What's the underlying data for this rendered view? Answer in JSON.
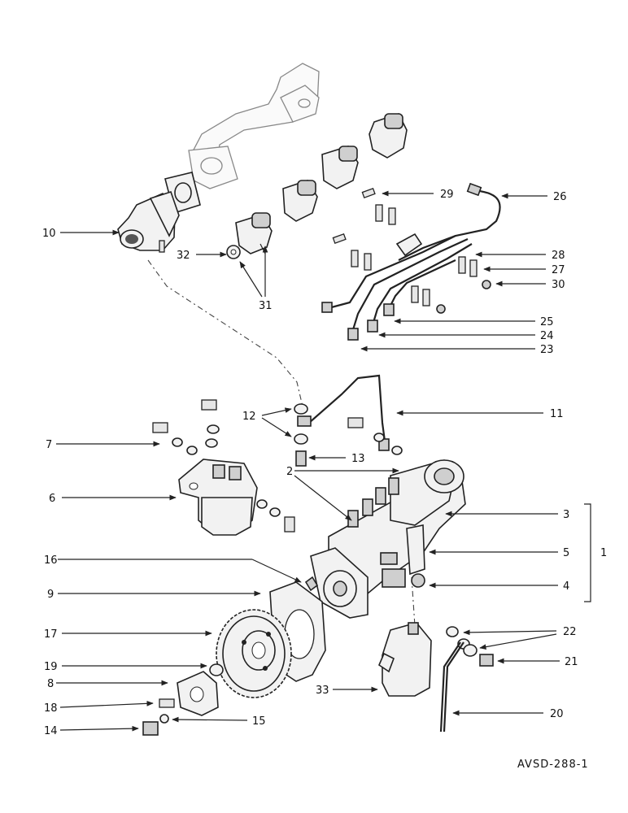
{
  "drawing_code": "AVSD-288-1",
  "callouts": [
    "1",
    "2",
    "3",
    "4",
    "5",
    "6",
    "7",
    "8",
    "9",
    "10",
    "11",
    "12",
    "13",
    "14",
    "15",
    "16",
    "17",
    "18",
    "19",
    "20",
    "21",
    "22",
    "23",
    "24",
    "25",
    "26",
    "27",
    "28",
    "29",
    "30",
    "31",
    "32",
    "33"
  ]
}
